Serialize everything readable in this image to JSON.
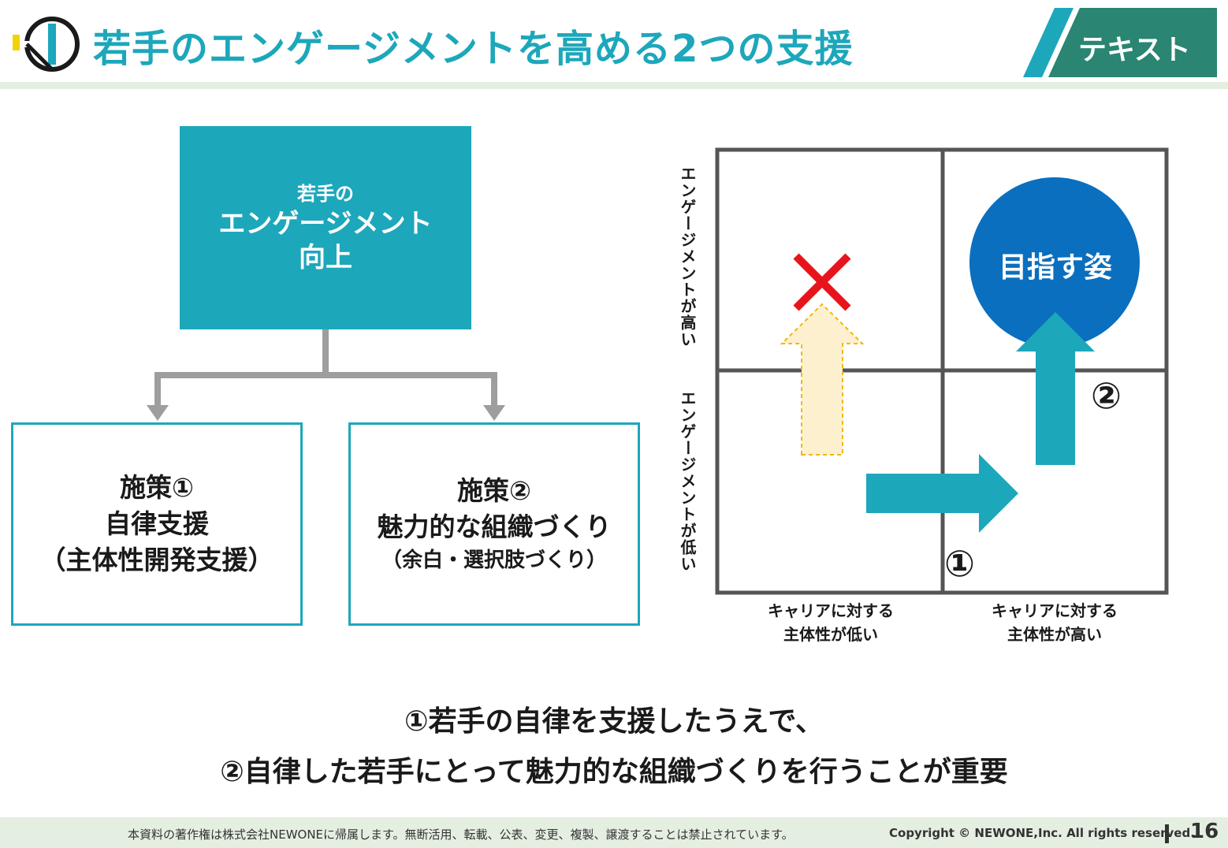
{
  "header": {
    "title": "若手のエンゲージメントを高める2つの支援",
    "tag": "テキスト"
  },
  "tree": {
    "goal": {
      "line1": "若手の",
      "line2": "エンゲージメント",
      "line3": "向上"
    },
    "measures": [
      {
        "title": "施策①",
        "line2": "自律支援",
        "line3": "（主体性開発支援）"
      },
      {
        "title": "施策②",
        "line2": "魅力的な組織づくり",
        "line3": "（余白・選択肢づくり）"
      }
    ]
  },
  "matrix": {
    "y_high": "エンゲージメントが高い",
    "y_low": "エンゲージメントが低い",
    "x_low_line1": "キャリアに対する",
    "x_low_line2": "主体性が低い",
    "x_high_line1": "キャリアに対する",
    "x_high_line2": "主体性が高い",
    "target_label": "目指す姿",
    "step1": "①",
    "step2": "②"
  },
  "conclusion": {
    "line1": "①若手の自律を支援したうえで、",
    "line2": "②自律した若手にとって魅力的な組織づくりを行うことが重要"
  },
  "footer": {
    "notice": "本資料の著作権は株式会社NEWONEに帰属します。無断活用、転載、公表、変更、複製、譲渡することは禁止されています。",
    "copyright": "Copyright © NEWONE,Inc.  All rights reserved.",
    "page": "16"
  },
  "colors": {
    "teal": "#1da7bb",
    "dark_teal": "#2a8572",
    "blue": "#0a6fbf",
    "red": "#e8141c",
    "pale_yellow": "#fdf0cf"
  }
}
